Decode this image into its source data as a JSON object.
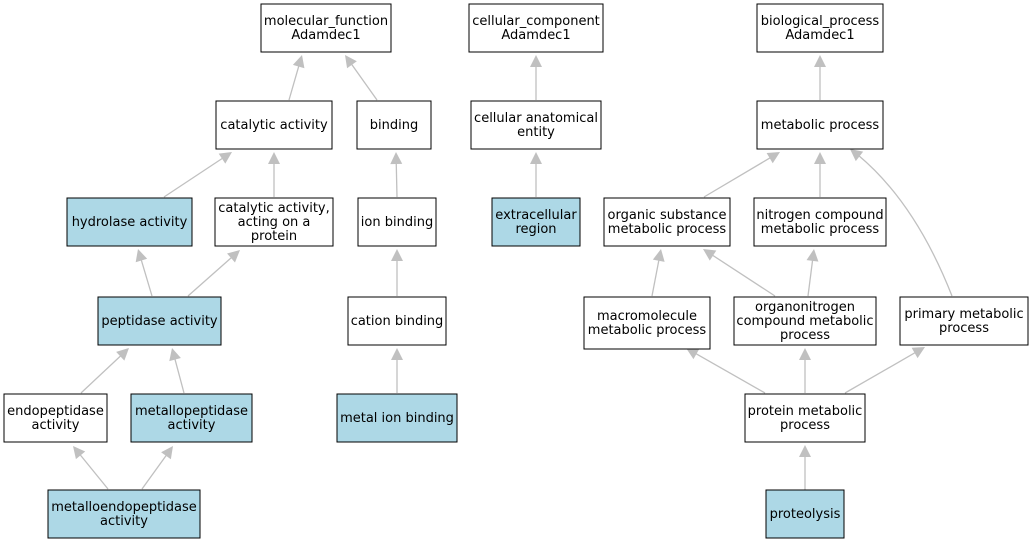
{
  "colors": {
    "highlight": "#add8e6",
    "plain": "#ffffff",
    "border": "#000000",
    "edge": "#c0c0c0"
  },
  "nodes": [
    {
      "id": "mf",
      "lines": [
        "molecular_function",
        "Adamdec1"
      ],
      "highlight": false
    },
    {
      "id": "cc",
      "lines": [
        "cellular_component",
        "Adamdec1"
      ],
      "highlight": false
    },
    {
      "id": "bp",
      "lines": [
        "biological_process",
        "Adamdec1"
      ],
      "highlight": false
    },
    {
      "id": "cat",
      "lines": [
        "catalytic activity"
      ],
      "highlight": false
    },
    {
      "id": "bind",
      "lines": [
        "binding"
      ],
      "highlight": false
    },
    {
      "id": "cae",
      "lines": [
        "cellular anatomical",
        "entity"
      ],
      "highlight": false
    },
    {
      "id": "met",
      "lines": [
        "metabolic process"
      ],
      "highlight": false
    },
    {
      "id": "hyd",
      "lines": [
        "hydrolase activity"
      ],
      "highlight": true
    },
    {
      "id": "catp",
      "lines": [
        "catalytic activity,",
        "acting on a",
        "protein"
      ],
      "highlight": false
    },
    {
      "id": "ion",
      "lines": [
        "ion binding"
      ],
      "highlight": false
    },
    {
      "id": "ecr",
      "lines": [
        "extracellular",
        "region"
      ],
      "highlight": true
    },
    {
      "id": "org",
      "lines": [
        "organic substance",
        "metabolic process"
      ],
      "highlight": false
    },
    {
      "id": "nit",
      "lines": [
        "nitrogen compound",
        "metabolic process"
      ],
      "highlight": false
    },
    {
      "id": "pep",
      "lines": [
        "peptidase activity"
      ],
      "highlight": true
    },
    {
      "id": "cation",
      "lines": [
        "cation binding"
      ],
      "highlight": false
    },
    {
      "id": "macro",
      "lines": [
        "macromolecule",
        "metabolic process"
      ],
      "highlight": false
    },
    {
      "id": "orgn",
      "lines": [
        "organonitrogen",
        "compound metabolic",
        "process"
      ],
      "highlight": false
    },
    {
      "id": "prim",
      "lines": [
        "primary metabolic",
        "process"
      ],
      "highlight": false
    },
    {
      "id": "endo",
      "lines": [
        "endopeptidase",
        "activity"
      ],
      "highlight": false
    },
    {
      "id": "metallo",
      "lines": [
        "metallopeptidase",
        "activity"
      ],
      "highlight": true
    },
    {
      "id": "mib",
      "lines": [
        "metal ion binding"
      ],
      "highlight": true
    },
    {
      "id": "prot",
      "lines": [
        "protein metabolic",
        "process"
      ],
      "highlight": false
    },
    {
      "id": "mendo",
      "lines": [
        "metalloendopeptidase",
        "activity"
      ],
      "highlight": true
    },
    {
      "id": "proteo",
      "lines": [
        "proteolysis"
      ],
      "highlight": true
    }
  ],
  "edges": [
    [
      "cat",
      "mf"
    ],
    [
      "bind",
      "mf"
    ],
    [
      "hyd",
      "cat"
    ],
    [
      "catp",
      "cat"
    ],
    [
      "pep",
      "hyd"
    ],
    [
      "pep",
      "catp"
    ],
    [
      "endo",
      "pep"
    ],
    [
      "metallo",
      "pep"
    ],
    [
      "mendo",
      "endo"
    ],
    [
      "mendo",
      "metallo"
    ],
    [
      "ion",
      "bind"
    ],
    [
      "cation",
      "ion"
    ],
    [
      "mib",
      "cation"
    ],
    [
      "cae",
      "cc"
    ],
    [
      "ecr",
      "cae"
    ],
    [
      "met",
      "bp"
    ],
    [
      "org",
      "met"
    ],
    [
      "nit",
      "met"
    ],
    [
      "prim",
      "met"
    ],
    [
      "macro",
      "org"
    ],
    [
      "orgn",
      "org"
    ],
    [
      "orgn",
      "nit"
    ],
    [
      "prot",
      "macro"
    ],
    [
      "prot",
      "orgn"
    ],
    [
      "prot",
      "prim"
    ],
    [
      "proteo",
      "prot"
    ]
  ]
}
